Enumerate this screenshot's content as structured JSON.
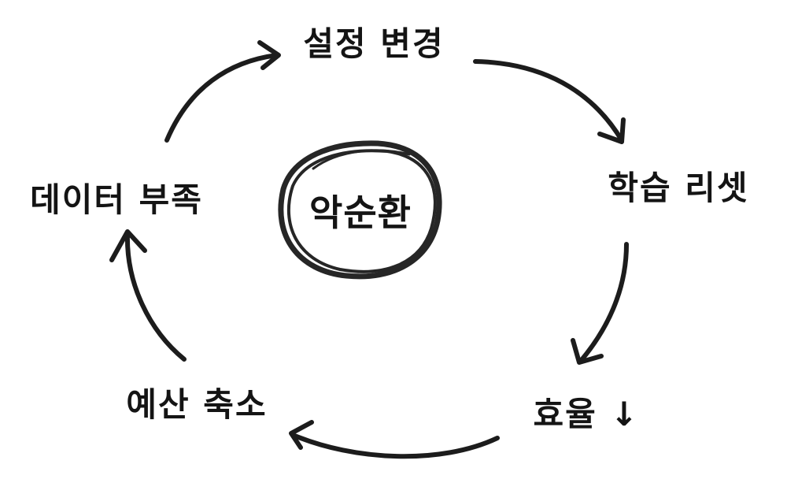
{
  "center": {
    "label": "악순환"
  },
  "nodes": [
    {
      "id": "settings-change",
      "label": "설정 변경"
    },
    {
      "id": "training-reset",
      "label": "학습 리셋"
    },
    {
      "id": "efficiency-down",
      "label": "효율 ↓"
    },
    {
      "id": "budget-cut",
      "label": "예산 축소"
    },
    {
      "id": "data-shortage",
      "label": "데이터 부족"
    }
  ],
  "style": {
    "ink_color": "#1c1c1c",
    "background": "#ffffff"
  }
}
